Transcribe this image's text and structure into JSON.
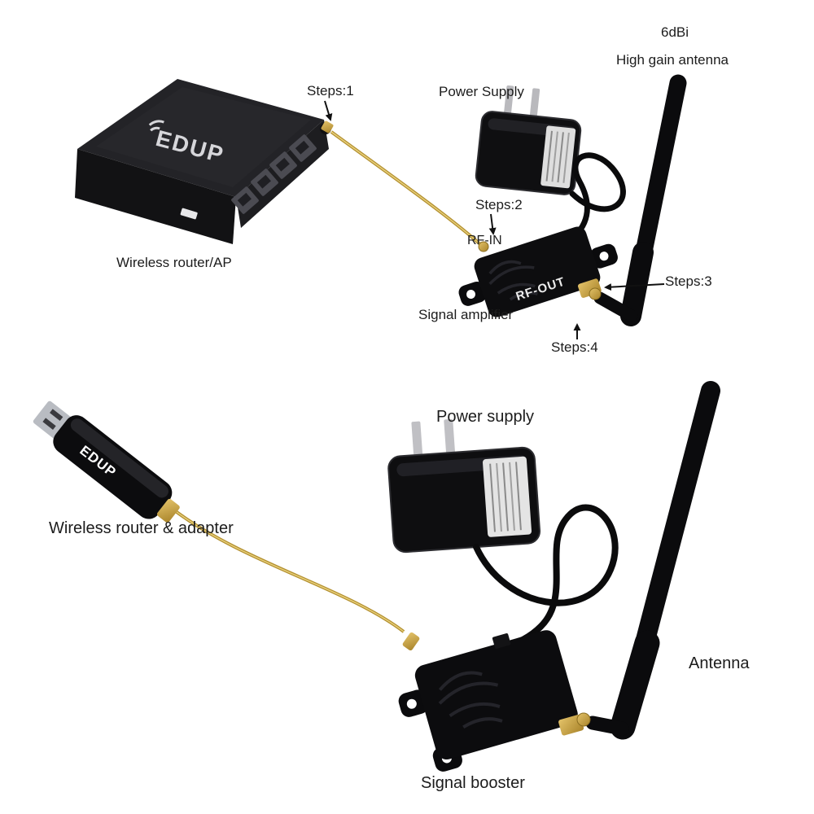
{
  "colors": {
    "background": "#ffffff",
    "device_black": "#0d0d0f",
    "cable_gold": "#c9a53d",
    "annotation": "#111111",
    "text": "#1c1c1c"
  },
  "top_section": {
    "router_label": "Wireless router/AP",
    "router_brand": "EDUP",
    "step1_label": "Steps:1",
    "power_supply_label": "Power Supply",
    "step2_label": "Steps:2",
    "rf_in_label": "RF-IN",
    "rf_out_label": "RF-OUT",
    "step3_label": "Steps:3",
    "step4_label": "Steps:4",
    "amplifier_label": "Signal amplifier",
    "antenna_gain_label": "6dBi",
    "antenna_label": "High gain antenna"
  },
  "bottom_section": {
    "power_supply_label": "Power supply",
    "adapter_label": "Wireless router & adapter",
    "adapter_brand": "EDUP",
    "antenna_label": "Antenna",
    "booster_label": "Signal booster"
  }
}
